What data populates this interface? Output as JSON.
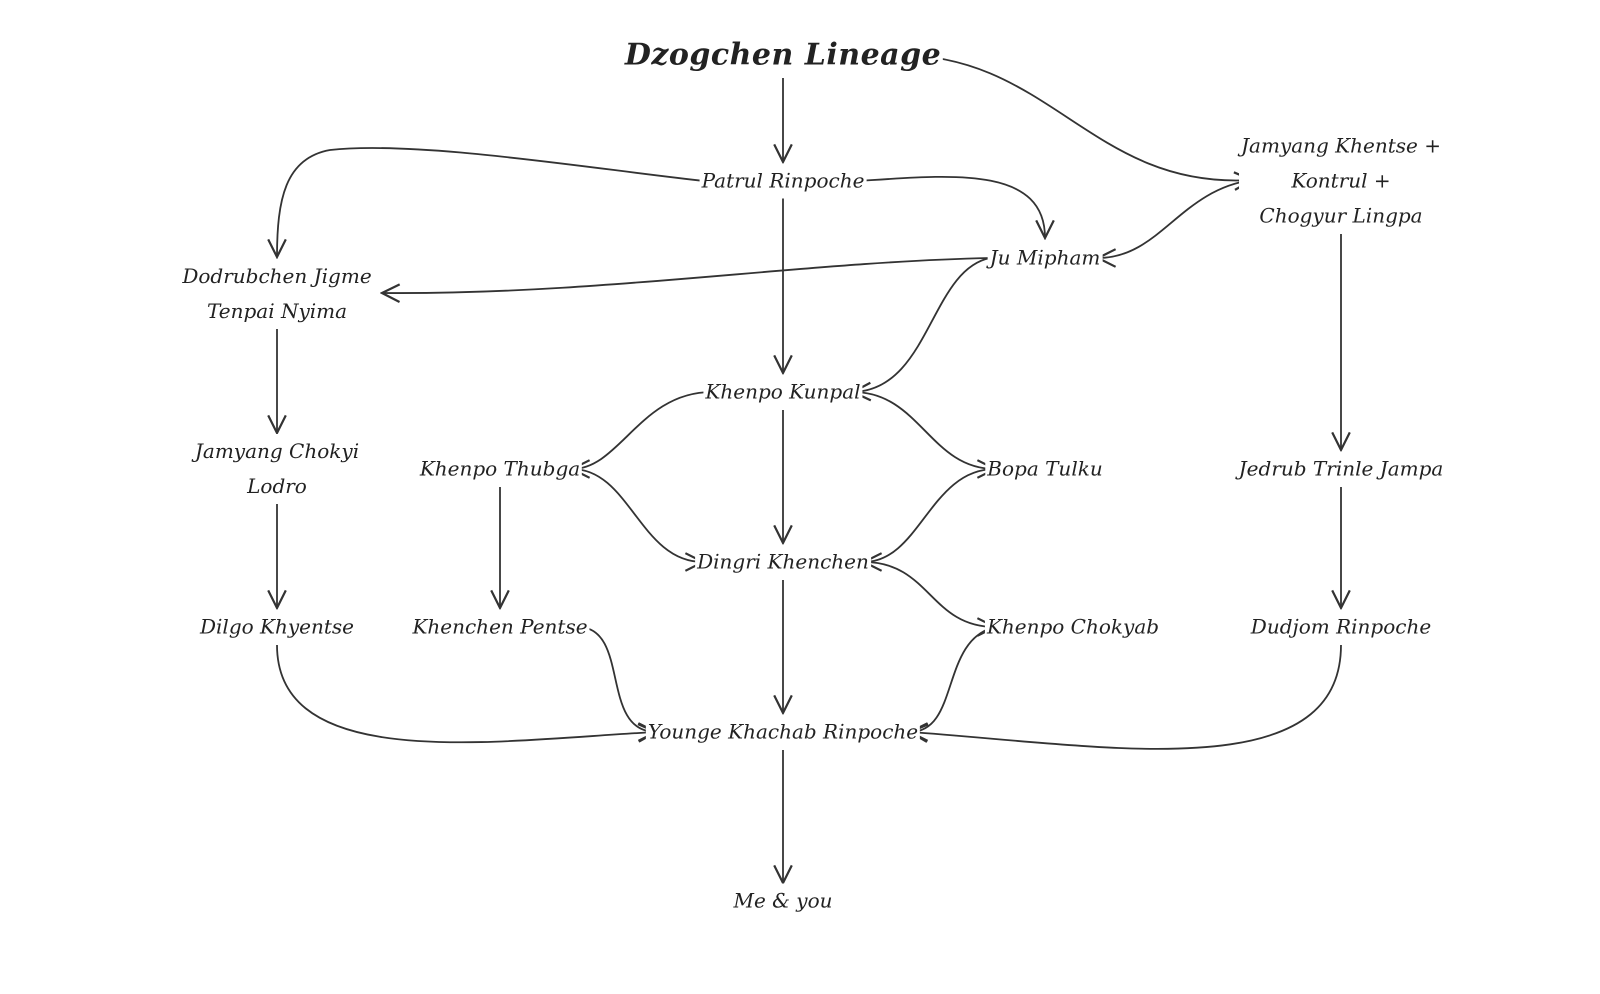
{
  "title": "Dzogchen Lineage",
  "nodes": {
    "patrul": "Patrul Rinpoche",
    "jamyang_khentse_1": "Jamyang Khentse +",
    "jamyang_khentse_2": "Kontrul +",
    "jamyang_khentse_3": "Chogyur Lingpa",
    "ju_mipham": "Ju Mipham",
    "dodrubchen_1": "Dodrubchen Jigme",
    "dodrubchen_2": "Tenpai Nyima",
    "khenpo_kunpal": "Khenpo Kunpal",
    "chokyi_1": "Jamyang Chokyi",
    "chokyi_2": "Lodro",
    "khenpo_thubga": "Khenpo Thubga",
    "bopa_tulku": "Bopa Tulku",
    "jedrub": "Jedrub Trinle Jampa",
    "dingri": "Dingri Khenchen",
    "dilgo": "Dilgo Khyentse",
    "pentse": "Khenchen Pentse",
    "chokyab": "Khenpo Chokyab",
    "dudjom": "Dudjom Rinpoche",
    "younge": "Younge  Khachab Rinpoche",
    "me": "Me & you"
  }
}
